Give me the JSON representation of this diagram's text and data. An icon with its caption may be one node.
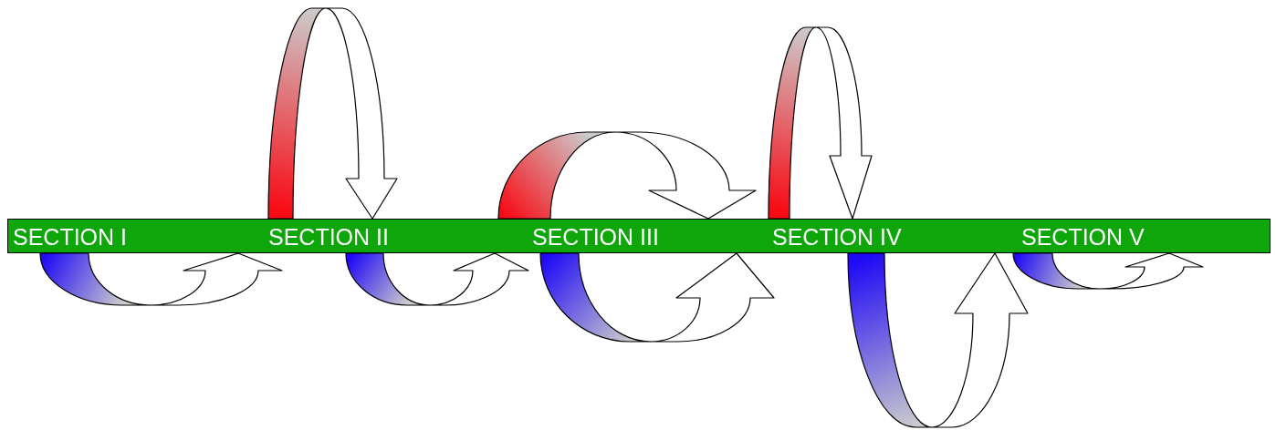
{
  "diagram": {
    "nodes": [
      {
        "text": [
          "SECTION I",
          "SECTION II",
          "SECTION III",
          "SECTION IV",
          "SECTION V"
        ]
      }
    ]
  }
}
